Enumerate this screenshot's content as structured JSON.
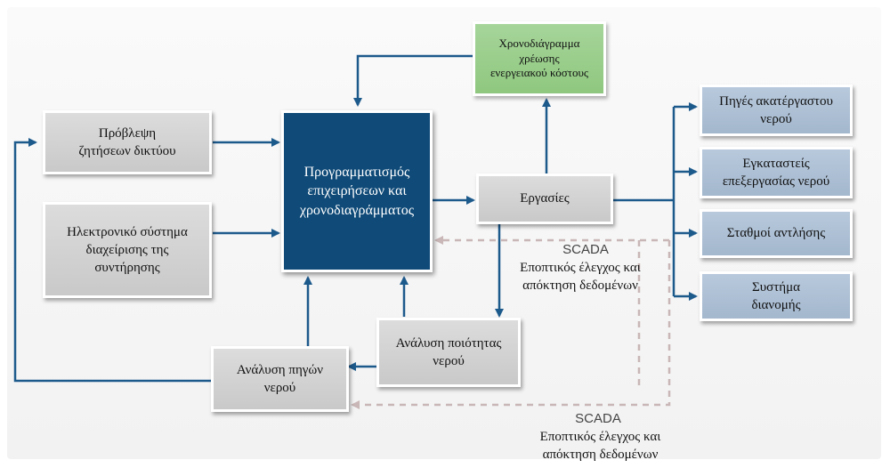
{
  "boxes": {
    "demand_forecast": "Πρόβλεψη\nζητήσεων δικτύου",
    "maintenance_system": "Ηλεκτρονικό σύστημα\nδιαχείρισης της\nσυντήρησης",
    "source_analysis": "Ανάλυση πηγών\nνερού",
    "planning": "Προγραμματισμός\nεπιχειρήσεων και\nχρονοδιαγράμματος",
    "energy_schedule": "Χρονοδιάγραμμα\nχρέωσης\nενεργειακού κόστους",
    "operations": "Εργασίες",
    "quality_analysis": "Ανάλυση ποιότητας\nνερού",
    "raw_sources": "Πηγές ακατέργαστου\nνερού",
    "treatment_plants": "Εγκαταστείς\nεπεξεργασίας νερού",
    "pumping_stations": "Σταθμοί αντλήσης",
    "distribution_system": "Συστήμα\nδιανομής"
  },
  "scada": [
    {
      "title": "SCADA",
      "text": "Εποπτικός έλεγχος και\nαπόκτηση δεδομένων"
    },
    {
      "title": "SCADA",
      "text": "Εποπτικός έλεγχος και\nαπόκτηση δεδομένων"
    }
  ],
  "colors": {
    "arrow": "#1d5a8c",
    "dashed": "#c9b6b6",
    "planning_box": "#0f4a78",
    "energy_box": "#92c983",
    "output_boxes": "#a9bcd1",
    "input_boxes": "#d2d2d2"
  }
}
